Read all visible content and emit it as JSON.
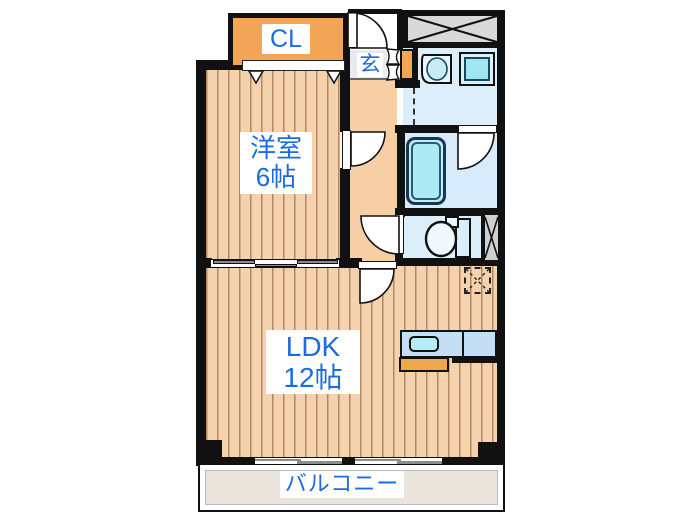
{
  "plan": {
    "type": "apartment-floor-plan",
    "rooms": {
      "closet": {
        "label": "CL"
      },
      "entrance": {
        "label": "玄"
      },
      "western_room": {
        "name": "洋室",
        "size": "6帖"
      },
      "ldk": {
        "name": "LDK",
        "size": "12帖"
      },
      "balcony": {
        "label": "バルコニー"
      }
    },
    "fixtures": [
      "bathtub-icon",
      "toilet-icon",
      "washbasin-icon",
      "washing-machine-pan-icon",
      "kitchen-sink-icon",
      "refrigerator-space-dashed-box",
      "meter-box-crossed",
      "pipe-space-crossed",
      "entrance-door-swing-icon",
      "room-door-swing-icon",
      "sliding-partition-icon",
      "balcony-window-icon",
      "closet-folding-door-icon"
    ],
    "colors": {
      "wall": "#111111",
      "label_text": "#1b6ce2",
      "wood_floor": "#f4d2ae",
      "wood_stripe": "#b3885f",
      "hallway_floor": "#f6cfa7",
      "closet_fill": "#f2a556",
      "cabinet_fill": "#f0a84f",
      "wet_room_floor": "#dbeefa",
      "bathtub_fill": "#aeeaf4",
      "sink_fill": "#b5ecf5",
      "counter_fill": "#c3def5",
      "meter_box_fill": "#d9d9d9",
      "genkan_tile": "#e9eaee",
      "balcony_fill": "#e9e4dc"
    }
  }
}
